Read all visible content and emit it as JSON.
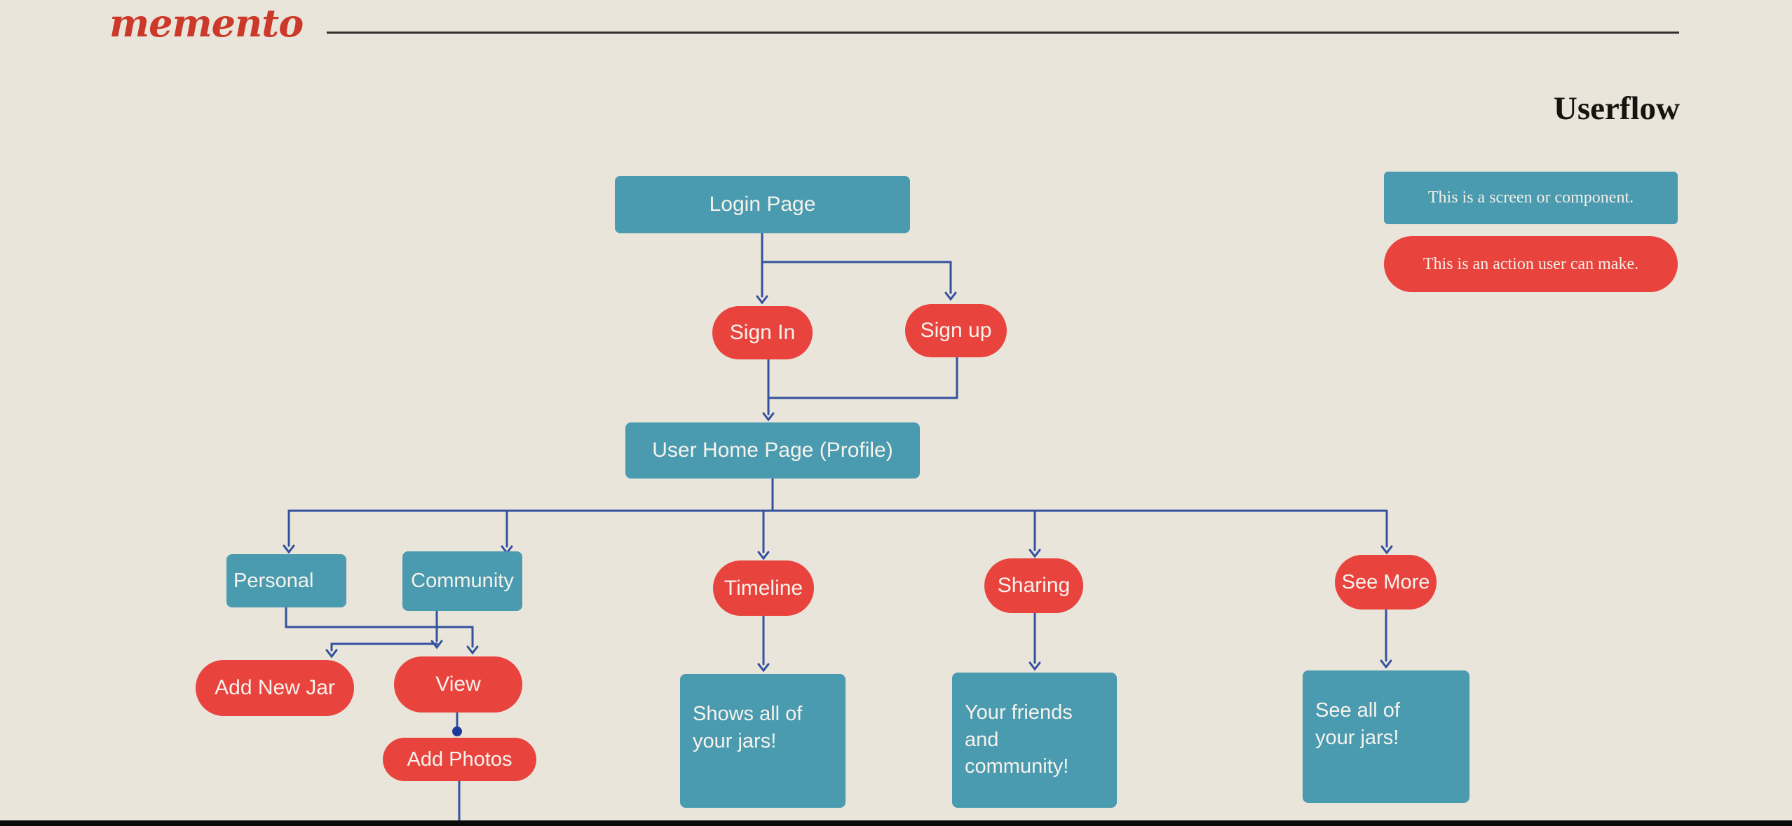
{
  "brand": "memento",
  "page_title": "Userflow",
  "legend": {
    "screen_label": "This is a screen or component.",
    "action_label": "This is an action user can make."
  },
  "flow": {
    "nodes": {
      "login": {
        "label": "Login Page",
        "type": "screen"
      },
      "signin": {
        "label": "Sign In",
        "type": "action"
      },
      "signup": {
        "label": "Sign up",
        "type": "action"
      },
      "home": {
        "label": "User Home Page (Profile)",
        "type": "screen"
      },
      "personal": {
        "label": "Personal",
        "type": "screen"
      },
      "community": {
        "label": "Community",
        "type": "screen"
      },
      "timeline": {
        "label": "Timeline",
        "type": "action"
      },
      "sharing": {
        "label": "Sharing",
        "type": "action"
      },
      "seemore": {
        "label": "See More",
        "type": "action"
      },
      "addnewjar": {
        "label": "Add New Jar",
        "type": "action"
      },
      "view": {
        "label": "View",
        "type": "action"
      },
      "addphotos": {
        "label": "Add Photos",
        "type": "action"
      },
      "desc_timeline": {
        "label": "Shows all of\nyour jars!",
        "type": "screen"
      },
      "desc_sharing": {
        "label": "Your friends\nand\ncommunity!",
        "type": "screen"
      },
      "desc_seemore": {
        "label": "See all of\nyour jars!",
        "type": "screen"
      }
    },
    "edges": [
      {
        "from": "login",
        "to": "signin",
        "end": "arrow"
      },
      {
        "from": "login",
        "to": "signup",
        "end": "arrow"
      },
      {
        "from": "signin",
        "to": "home",
        "end": "arrow"
      },
      {
        "from": "signup",
        "to": "home",
        "end": "arrow"
      },
      {
        "from": "home",
        "to": "personal",
        "end": "arrow"
      },
      {
        "from": "home",
        "to": "community",
        "end": "arrow"
      },
      {
        "from": "home",
        "to": "timeline",
        "end": "arrow"
      },
      {
        "from": "home",
        "to": "sharing",
        "end": "arrow"
      },
      {
        "from": "home",
        "to": "seemore",
        "end": "arrow"
      },
      {
        "from": "personal",
        "to": "addnewjar",
        "end": "arrow"
      },
      {
        "from": "personal",
        "to": "view",
        "end": "arrow"
      },
      {
        "from": "community",
        "to": "view",
        "end": "arrow"
      },
      {
        "from": "community",
        "to": "addnewjar",
        "end": "arrow"
      },
      {
        "from": "timeline",
        "to": "desc_timeline",
        "end": "arrow"
      },
      {
        "from": "sharing",
        "to": "desc_sharing",
        "end": "arrow"
      },
      {
        "from": "seemore",
        "to": "desc_seemore",
        "end": "arrow"
      },
      {
        "from": "view",
        "to": "addphotos",
        "end": "dot"
      },
      {
        "from": "addphotos",
        "to": "offscreen-bottom",
        "end": "line"
      }
    ]
  },
  "colors": {
    "background": "#e9e5da",
    "screen_blue": "#4a9ab0",
    "action_red": "#e9433e",
    "connector_blue": "#33519e",
    "dot_navy": "#1d3a96",
    "brand_red": "#cc392b",
    "title_black": "#15140f",
    "divider_dark": "#32302c"
  }
}
